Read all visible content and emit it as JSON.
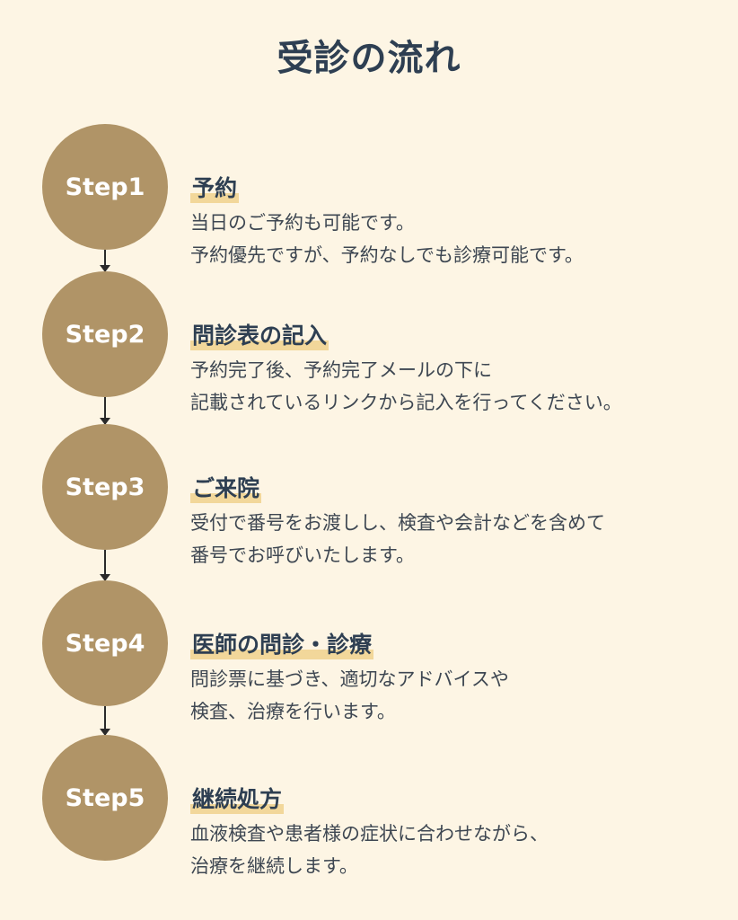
{
  "title": "受診の流れ",
  "steps": [
    {
      "label": "Step1",
      "title": "予約",
      "lines": [
        "当日のご予約も可能です。",
        "予約優先ですが、予約なしでも診療可能です。"
      ]
    },
    {
      "label": "Step2",
      "title": "問診表の記入",
      "lines": [
        "予約完了後、予約完了メールの下に",
        "記載されているリンクから記入を行ってください。"
      ]
    },
    {
      "label": "Step3",
      "title": "ご来院",
      "lines": [
        "受付で番号をお渡しし、検査や会計などを含めて",
        "番号でお呼びいたします。"
      ]
    },
    {
      "label": "Step4",
      "title": "医師の問診・診療",
      "lines": [
        "問診票に基づき、適切なアドバイスや",
        "検査、治療を行います。"
      ]
    },
    {
      "label": "Step5",
      "title": "継続処方",
      "lines": [
        "血液検査や患者様の症状に合わせながら、",
        "治療を継続します。"
      ]
    }
  ],
  "colors": {
    "background": "#fdf5e4",
    "circle": "#b09467",
    "highlight": "#f2d79a",
    "heading": "#2e3f52"
  }
}
